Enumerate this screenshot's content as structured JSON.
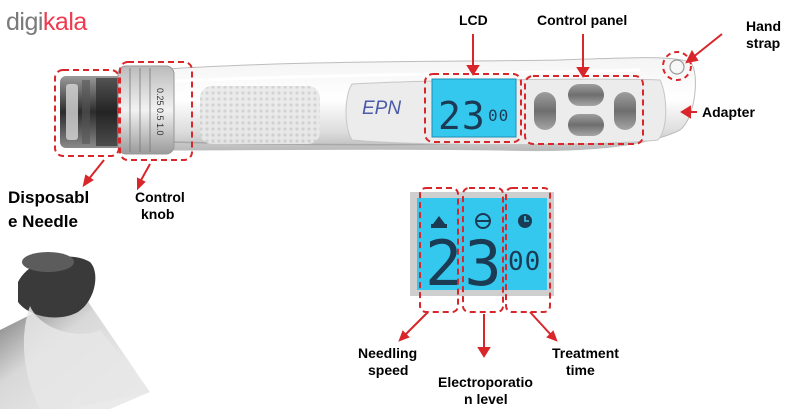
{
  "brand": {
    "prefix": "digi",
    "suffix": "kala"
  },
  "device": {
    "logo": "EPN",
    "lcd": {
      "digits": "23",
      "small_digits": "00"
    },
    "knob_ticks": "0.25  0.5  1.0"
  },
  "lcd_detail": {
    "digits": "23",
    "small_digits": "00"
  },
  "labels": {
    "lcd": "LCD",
    "control_panel": "Control panel",
    "hand_strap_1": "Hand",
    "hand_strap_2": "strap",
    "adapter": "Adapter",
    "needle_1": "Disposabl",
    "needle_2": "e Needle",
    "knob_1": "Control",
    "knob_2": "knob",
    "speed_1": "Needling",
    "speed_2": "speed",
    "electro_1": "Electroporatio",
    "electro_2": "n level",
    "time_1": "Treatment",
    "time_2": "time"
  },
  "icons": [
    "speed-icon",
    "electroporation-icon",
    "clock-icon"
  ],
  "colors": {
    "brand_red": "#ef394e",
    "dash_red": "#d8262a",
    "lcd_cyan": "#33c9ef",
    "arrow_red": "#d8262a"
  }
}
